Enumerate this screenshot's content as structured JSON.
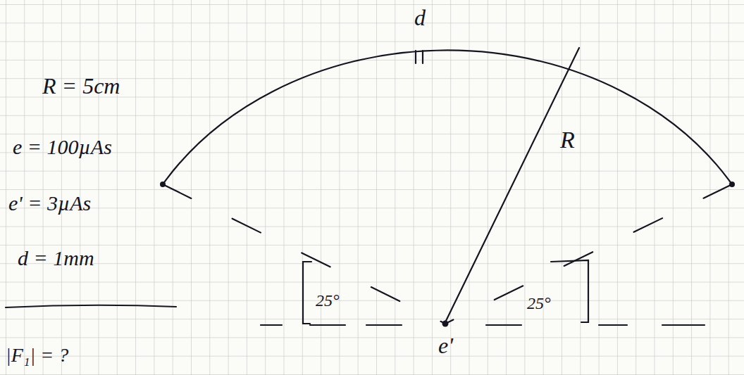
{
  "diagram": {
    "labels": [
      "R = 5cm",
      "e = 100µAs",
      "e' = 3µAs",
      "d = 1mm",
      "|F₁| = ?",
      "d",
      "R",
      "25°",
      "25°",
      "e'"
    ]
  }
}
